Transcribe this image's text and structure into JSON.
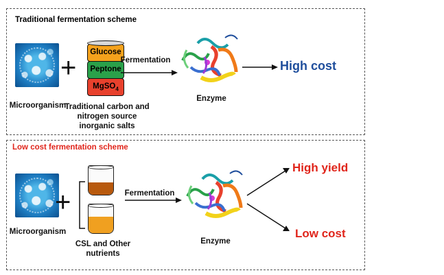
{
  "traditional": {
    "title": "Traditional fermentation scheme",
    "microorganism_label": "Microorganism",
    "plus": "+",
    "medium_layers": [
      {
        "name": "Glucose",
        "color": "#f5a21c"
      },
      {
        "name": "Peptone",
        "color": "#2aa14a"
      },
      {
        "name": "MgSO4",
        "color": "#e8412d"
      }
    ],
    "medium_label": "Traditional carbon and nitrogen source inorganic salts",
    "arrow_label": "Fermentation",
    "enzyme_label": "Enzyme",
    "result": "High cost",
    "result_color": "#1f4e9c"
  },
  "lowcost": {
    "title": "Low cost fermentation scheme",
    "title_color": "#e0251b",
    "microorganism_label": "Microorganism",
    "plus": "+",
    "medium_label": "CSL and Other nutrients",
    "jar_colors": [
      "#b8590d",
      "#f0a020"
    ],
    "arrow_label": "Fermentation",
    "enzyme_label": "Enzyme",
    "result_1": "High yield",
    "result_2": "Low cost",
    "result_color": "#e0251b"
  }
}
